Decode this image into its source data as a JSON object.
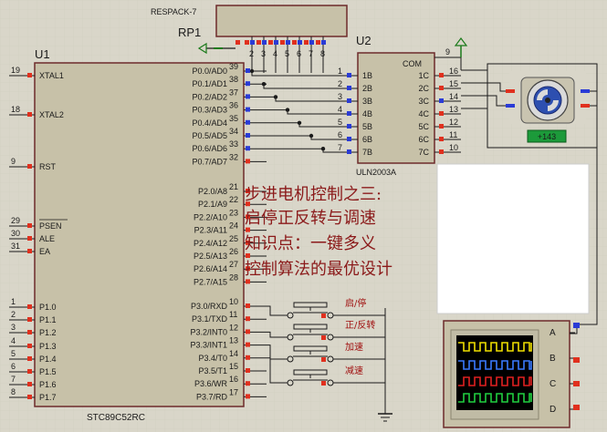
{
  "components": {
    "u1": {
      "ref": "U1",
      "part": "STC89C52RC",
      "left_pins": [
        {
          "num": "19",
          "name": "XTAL1"
        },
        {
          "num": "18",
          "name": "XTAL2"
        },
        {
          "num": "9",
          "name": "RST"
        },
        {
          "num": "29",
          "name": "PSEN"
        },
        {
          "num": "30",
          "name": "ALE"
        },
        {
          "num": "31",
          "name": "EA"
        },
        {
          "num": "1",
          "name": "P1.0"
        },
        {
          "num": "2",
          "name": "P1.1"
        },
        {
          "num": "3",
          "name": "P1.2"
        },
        {
          "num": "4",
          "name": "P1.3"
        },
        {
          "num": "5",
          "name": "P1.4"
        },
        {
          "num": "6",
          "name": "P1.5"
        },
        {
          "num": "7",
          "name": "P1.6"
        },
        {
          "num": "8",
          "name": "P1.7"
        }
      ],
      "right_pins": [
        {
          "num": "39",
          "name": "P0.0/AD0"
        },
        {
          "num": "38",
          "name": "P0.1/AD1"
        },
        {
          "num": "37",
          "name": "P0.2/AD2"
        },
        {
          "num": "36",
          "name": "P0.3/AD3"
        },
        {
          "num": "35",
          "name": "P0.4/AD4"
        },
        {
          "num": "34",
          "name": "P0.5/AD5"
        },
        {
          "num": "33",
          "name": "P0.6/AD6"
        },
        {
          "num": "32",
          "name": "P0.7/AD7"
        },
        {
          "num": "21",
          "name": "P2.0/A8"
        },
        {
          "num": "22",
          "name": "P2.1/A9"
        },
        {
          "num": "23",
          "name": "P2.2/A10"
        },
        {
          "num": "24",
          "name": "P2.3/A11"
        },
        {
          "num": "25",
          "name": "P2.4/A12"
        },
        {
          "num": "26",
          "name": "P2.5/A13"
        },
        {
          "num": "27",
          "name": "P2.6/A14"
        },
        {
          "num": "28",
          "name": "P2.7/A15"
        },
        {
          "num": "10",
          "name": "P3.0/RXD"
        },
        {
          "num": "11",
          "name": "P3.1/TXD"
        },
        {
          "num": "12",
          "name": "P3.2/INT0"
        },
        {
          "num": "13",
          "name": "P3.3/INT1"
        },
        {
          "num": "14",
          "name": "P3.4/T0"
        },
        {
          "num": "15",
          "name": "P3.5/T1"
        },
        {
          "num": "16",
          "name": "P3.6/WR"
        },
        {
          "num": "17",
          "name": "P3.7/RD"
        }
      ]
    },
    "u2": {
      "ref": "U2",
      "part": "ULN2003A",
      "com_label": "COM",
      "com_pin": "9",
      "inputs": [
        "1B",
        "2B",
        "3B",
        "4B",
        "5B",
        "6B",
        "7B"
      ],
      "input_pins": [
        "1",
        "2",
        "3",
        "4",
        "5",
        "6",
        "7"
      ],
      "outputs": [
        "1C",
        "2C",
        "3C",
        "4C",
        "5C",
        "6C",
        "7C"
      ],
      "output_pins": [
        "16",
        "15",
        "14",
        "13",
        "12",
        "11",
        "10"
      ]
    },
    "rp1": {
      "ref": "RP1",
      "part": "RESPACK-7",
      "pins": [
        "2",
        "3",
        "4",
        "5",
        "6",
        "7",
        "8"
      ]
    },
    "motor": {
      "readout": "+143"
    },
    "scope": {
      "channels": [
        "A",
        "B",
        "C",
        "D"
      ]
    },
    "buttons": [
      "启/停",
      "正/反转",
      "加速",
      "减速"
    ]
  },
  "title_text": {
    "line1": "步进电机控制之三:",
    "line2": "启停正反转与调速",
    "line3": "知识点：一键多义",
    "line4": "控制算法的最优设计"
  },
  "colors": {
    "background": "#d9d6c9",
    "chip_fill": "#c7c1a8",
    "wire": "#1a1a1a",
    "pin_red": "#e0301e",
    "pin_blue": "#2a3bd6",
    "title_red": "#8b1a1a",
    "scope_yellow": "#f0e000",
    "scope_blue": "#3a7bff",
    "scope_red": "#e02020",
    "scope_green": "#20d040",
    "readout_green": "#1c9a3a"
  }
}
